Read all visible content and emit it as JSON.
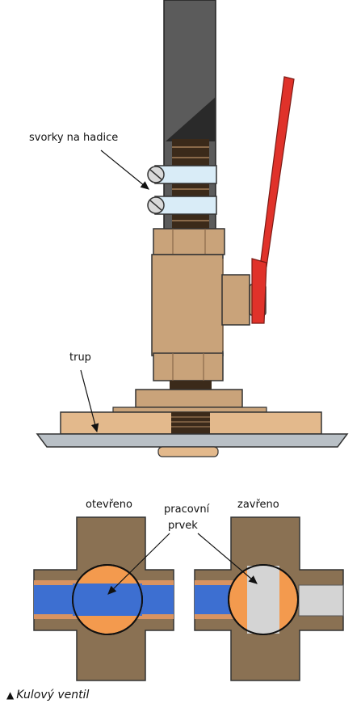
{
  "labels": {
    "hose_clamps": "svorky na hadice",
    "body": "trup",
    "open": "otevřeno",
    "working_element_line1": "pracovní",
    "working_element_line2": "prvek",
    "closed": "zavřeno"
  },
  "caption": {
    "marker": "▲",
    "text": "Kulový ventil"
  },
  "colors": {
    "bronze": "#c9a37a",
    "bronze_dark": "#a9825a",
    "hose_dark": "#5b5b5b",
    "handle_red": "#e0322a",
    "pipe_blue": "#3d6fd1",
    "ball_orange": "#f39a4e",
    "valve_brown": "#8a7153",
    "clamp_blue": "#d9ecf7",
    "base_plate": "#b9c0c6"
  }
}
